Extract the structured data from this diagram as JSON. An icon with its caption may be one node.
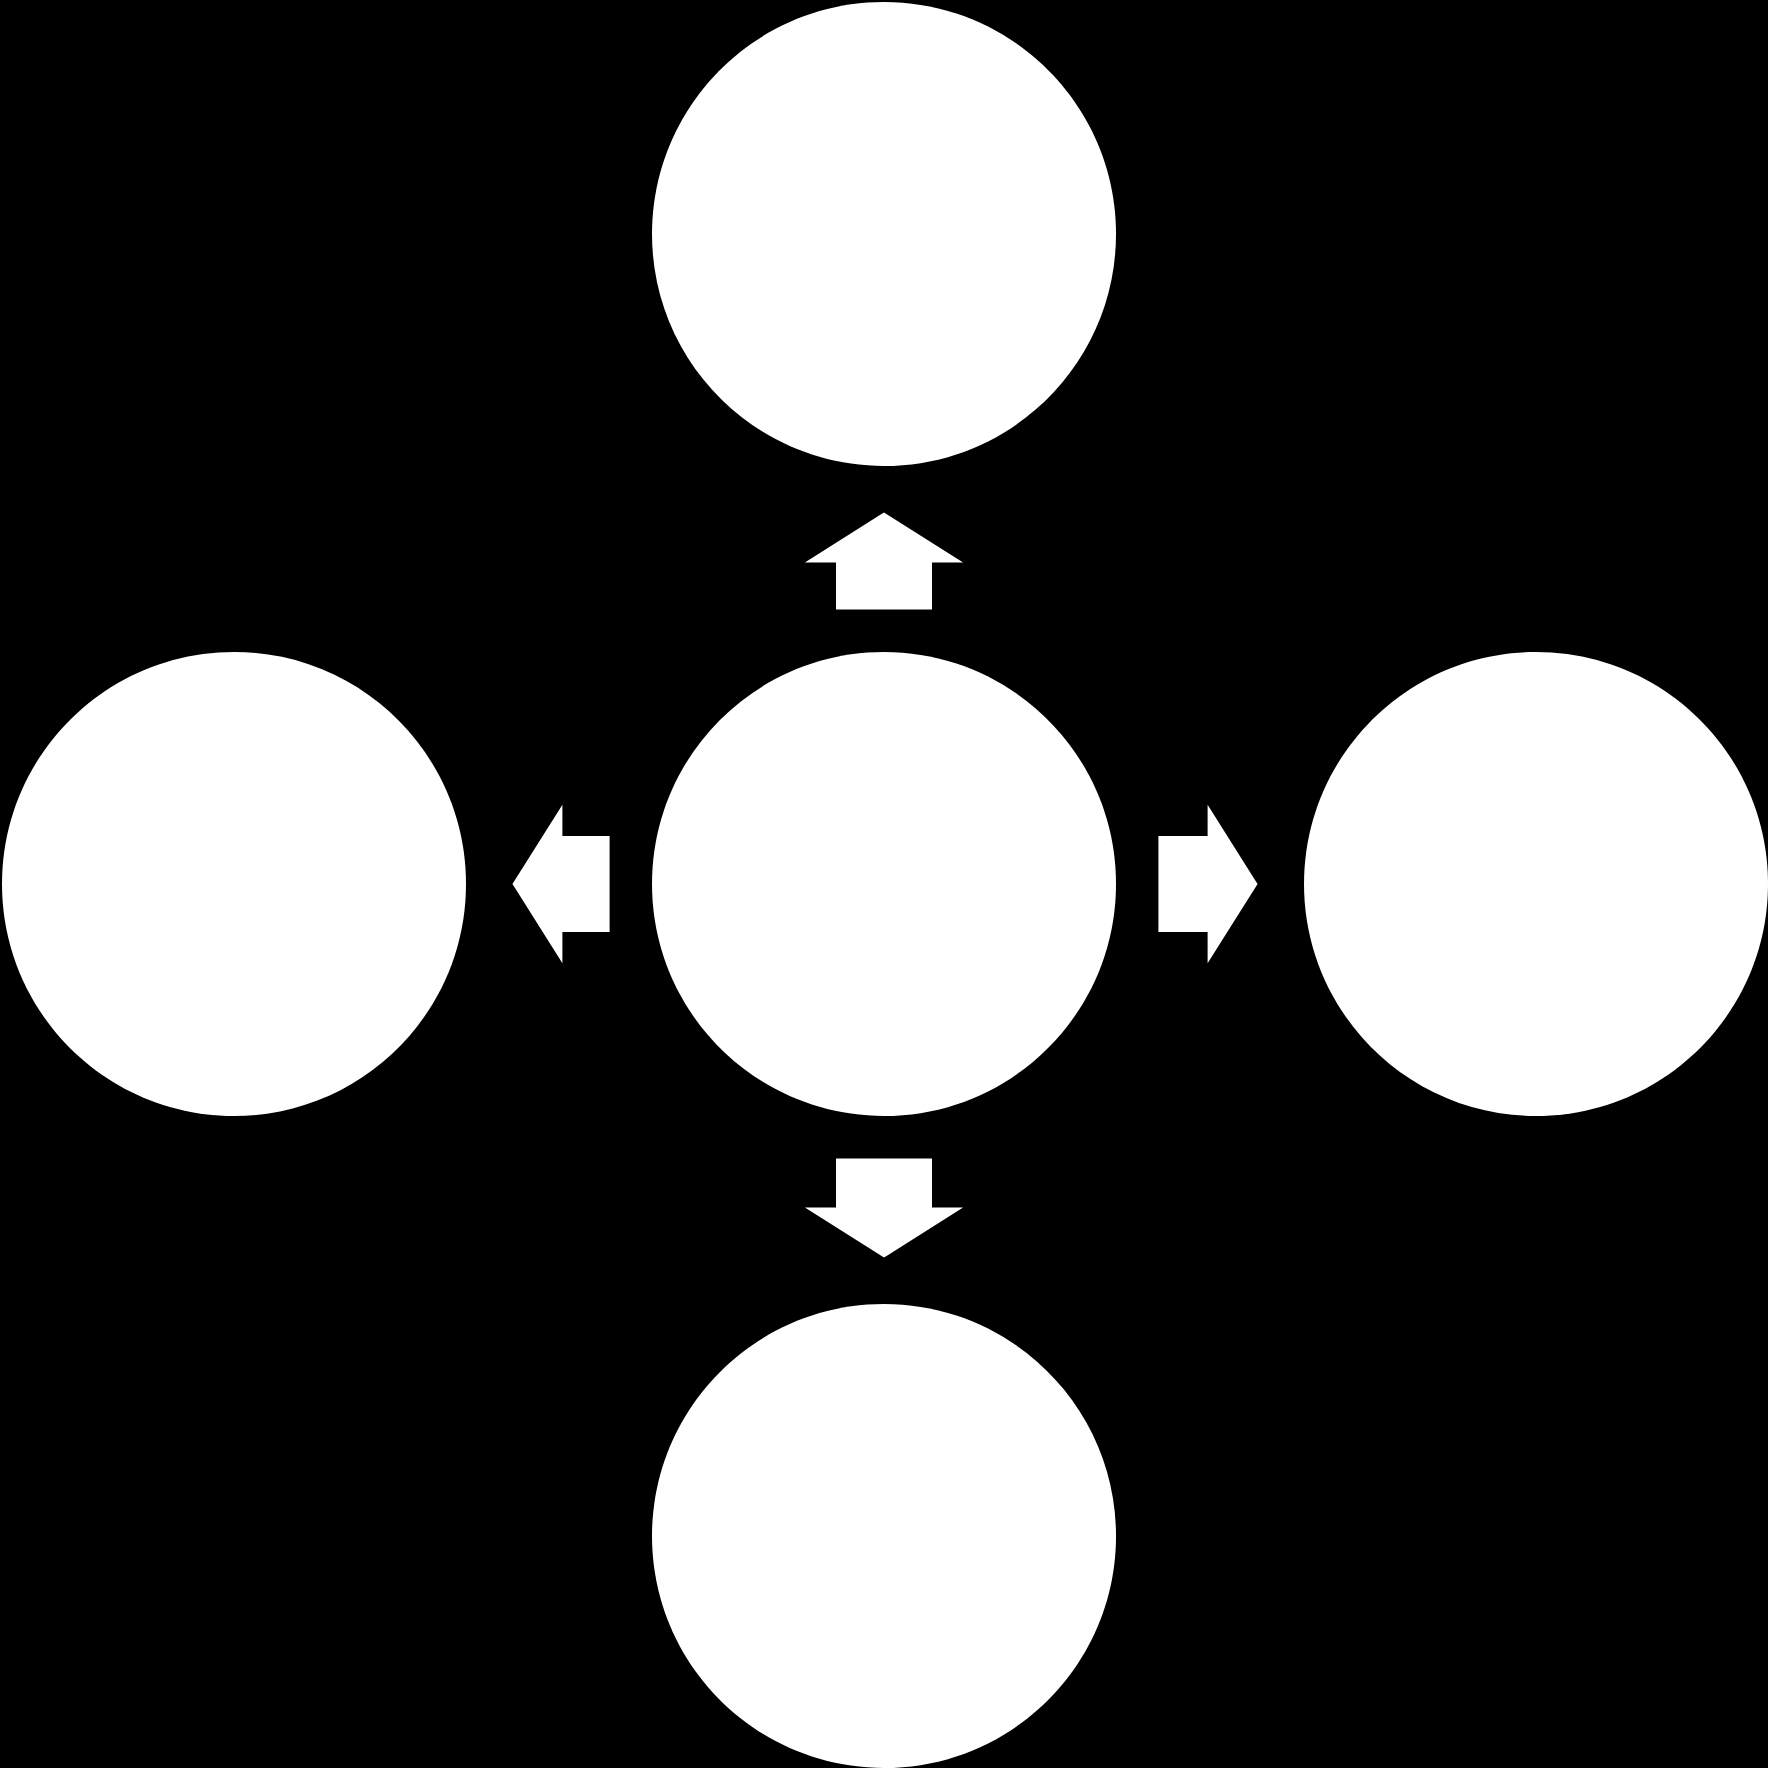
{
  "diagram": {
    "nodes": [
      {
        "text": [],
        "shape": "circle"
      },
      {
        "text": [],
        "shape": "circle"
      },
      {
        "text": [],
        "shape": "circle"
      },
      {
        "text": [],
        "shape": "circle"
      },
      {
        "text": [],
        "shape": "circle"
      }
    ],
    "edges": [
      {
        "from": 2,
        "to": 0,
        "arrow": "to"
      },
      {
        "from": 2,
        "to": 1,
        "arrow": "to"
      },
      {
        "from": 2,
        "to": 3,
        "arrow": "to"
      },
      {
        "from": 2,
        "to": 4,
        "arrow": "to"
      }
    ]
  }
}
